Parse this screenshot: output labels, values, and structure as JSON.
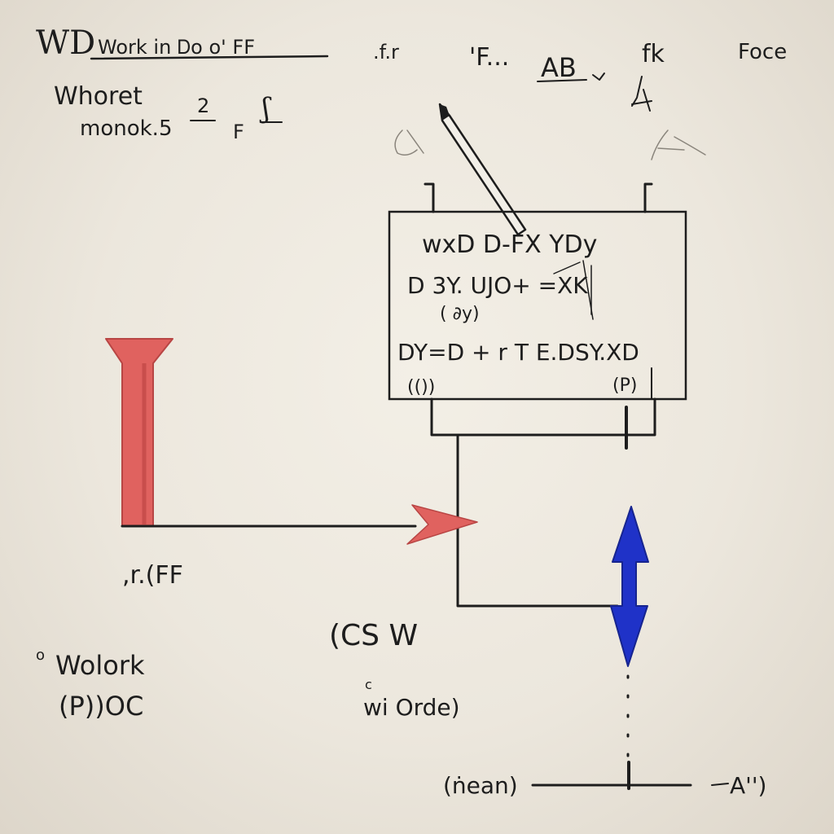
{
  "title": {
    "main": "WD",
    "rest": "Work in  Ꭰo  o'  FF"
  },
  "header_labels": {
    "f_r": ".f.r",
    "f_dots": "'F...",
    "ab": "AB",
    "f_k": "fk",
    "force": "Foce"
  },
  "left_notes": {
    "line1": "Whoret",
    "line2": "monok.5",
    "frac_top": "2",
    "frac_f": "F",
    "glyph": "ʃ"
  },
  "box": {
    "row1": "wxD  D-FX  YDy",
    "row2": "D 3Y.  UJO+ =XK",
    "row3": "(      ∂y)",
    "row4": "DY=D + r  T  E.DSY.XD",
    "row5_left": "(())",
    "row5_right": "(P)"
  },
  "labels": {
    "arrow_caption": ",r.(FF",
    "cs_w": "(CS  W",
    "worde_small": "c",
    "worde": "wi Orde)",
    "work_dot": "o",
    "work": "Wolork",
    "p_oc": "(P))OC",
    "bottom_left": "(ṅean)",
    "bottom_right": "A'')"
  },
  "colors": {
    "ink": "#1d1d1d",
    "red_fill": "#e0625f",
    "red_stroke": "#b84544",
    "blue_fill": "#1f32c8",
    "paper": "#ece7dd"
  }
}
